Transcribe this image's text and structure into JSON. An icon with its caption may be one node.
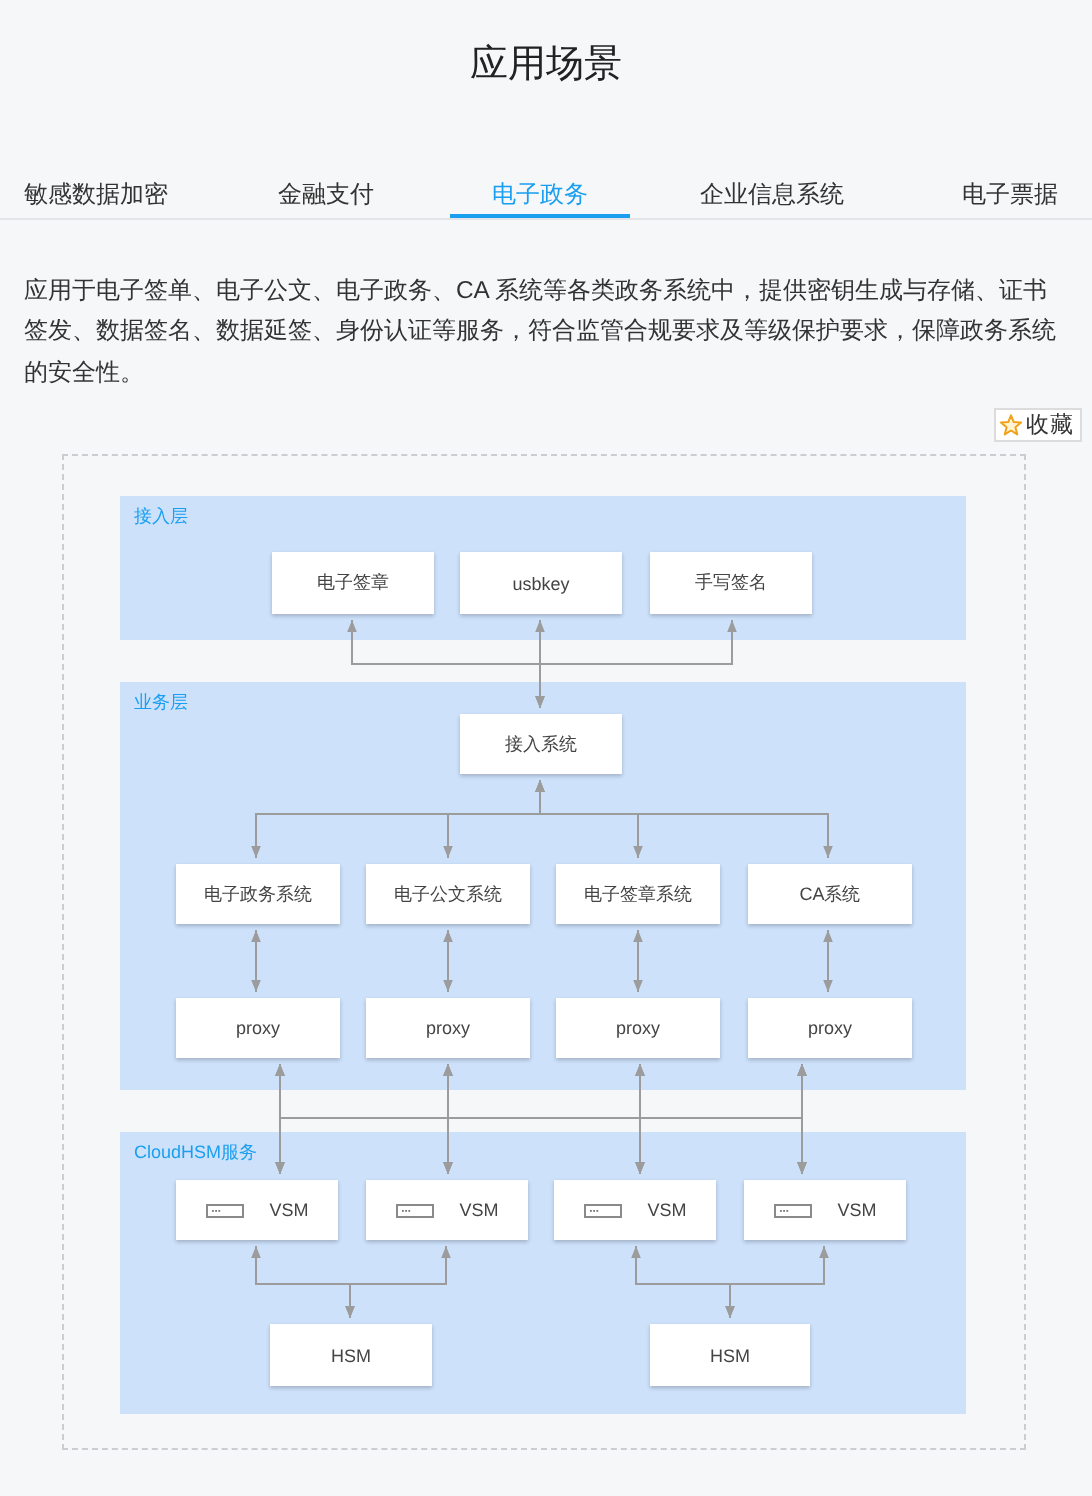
{
  "diagram": {
    "title": "应用场景",
    "nodes": [
      {
        "text": [
          "接入层"
        ]
      },
      {
        "text": [
          "电子签章"
        ],
        "in": 0
      },
      {
        "text": [
          "usbkey"
        ],
        "in": 0
      },
      {
        "text": [
          "手写签名"
        ],
        "in": 0
      },
      {
        "text": [
          "业务层"
        ]
      },
      {
        "text": [
          "接入系统"
        ],
        "in": 4
      },
      {
        "text": [
          "电子政务系统"
        ],
        "in": 4
      },
      {
        "text": [
          "电子公文系统"
        ],
        "in": 4
      },
      {
        "text": [
          "电子签章系统"
        ],
        "in": 4
      },
      {
        "text": [
          "CA系统"
        ],
        "in": 4
      },
      {
        "text": [
          "proxy"
        ],
        "in": 4
      },
      {
        "text": [
          "proxy"
        ],
        "in": 4
      },
      {
        "text": [
          "proxy"
        ],
        "in": 4
      },
      {
        "text": [
          "proxy"
        ],
        "in": 4
      },
      {
        "text": [
          "CloudHSM服务"
        ]
      },
      {
        "text": [
          "VSM"
        ],
        "in": 14
      },
      {
        "text": [
          "VSM"
        ],
        "in": 14
      },
      {
        "text": [
          "VSM"
        ],
        "in": 14
      },
      {
        "text": [
          "VSM"
        ],
        "in": 14
      },
      {
        "text": [
          "HSM"
        ],
        "in": 14
      },
      {
        "text": [
          "HSM"
        ],
        "in": 14
      }
    ],
    "edges": [
      {
        "from": 1,
        "to": 5,
        "arrow": "both"
      },
      {
        "from": 2,
        "to": 5,
        "arrow": "both"
      },
      {
        "from": 3,
        "to": 5,
        "arrow": "both"
      },
      {
        "from": 5,
        "to": 6,
        "arrow": "both"
      },
      {
        "from": 5,
        "to": 7,
        "arrow": "both"
      },
      {
        "from": 5,
        "to": 8,
        "arrow": "both"
      },
      {
        "from": 5,
        "to": 9,
        "arrow": "both"
      },
      {
        "from": 6,
        "to": 10,
        "arrow": "both"
      },
      {
        "from": 7,
        "to": 11,
        "arrow": "both"
      },
      {
        "from": 8,
        "to": 12,
        "arrow": "both"
      },
      {
        "from": 9,
        "to": 13,
        "arrow": "both"
      },
      {
        "from": 10,
        "to": 15,
        "arrow": "both"
      },
      {
        "from": 10,
        "to": 16,
        "arrow": "both"
      },
      {
        "from": 10,
        "to": 17,
        "arrow": "both"
      },
      {
        "from": 10,
        "to": 18,
        "arrow": "both"
      },
      {
        "from": 11,
        "to": 15,
        "arrow": "both"
      },
      {
        "from": 11,
        "to": 16,
        "arrow": "both"
      },
      {
        "from": 11,
        "to": 17,
        "arrow": "both"
      },
      {
        "from": 11,
        "to": 18,
        "arrow": "both"
      },
      {
        "from": 12,
        "to": 15,
        "arrow": "both"
      },
      {
        "from": 12,
        "to": 16,
        "arrow": "both"
      },
      {
        "from": 12,
        "to": 17,
        "arrow": "both"
      },
      {
        "from": 12,
        "to": 18,
        "arrow": "both"
      },
      {
        "from": 13,
        "to": 15,
        "arrow": "both"
      },
      {
        "from": 13,
        "to": 16,
        "arrow": "both"
      },
      {
        "from": 13,
        "to": 17,
        "arrow": "both"
      },
      {
        "from": 13,
        "to": 18,
        "arrow": "both"
      },
      {
        "from": 15,
        "to": 19,
        "arrow": "both"
      },
      {
        "from": 16,
        "to": 19,
        "arrow": "both"
      },
      {
        "from": 17,
        "to": 20,
        "arrow": "both"
      },
      {
        "from": 18,
        "to": 20,
        "arrow": "both"
      }
    ],
    "labels": [
      "敏感数据加密",
      "金融支付",
      "电子政务",
      "企业信息系统",
      "电子票据",
      "应用于电子签单、电子公文、电子政务、CA 系统等各类政务系统中，提供密钥生成与存储、证书签发、数据签名、数据延签、身份认证等服务，符合监管合规要求及等级保护要求，保障政务系统的安全性。",
      "收藏"
    ]
  }
}
